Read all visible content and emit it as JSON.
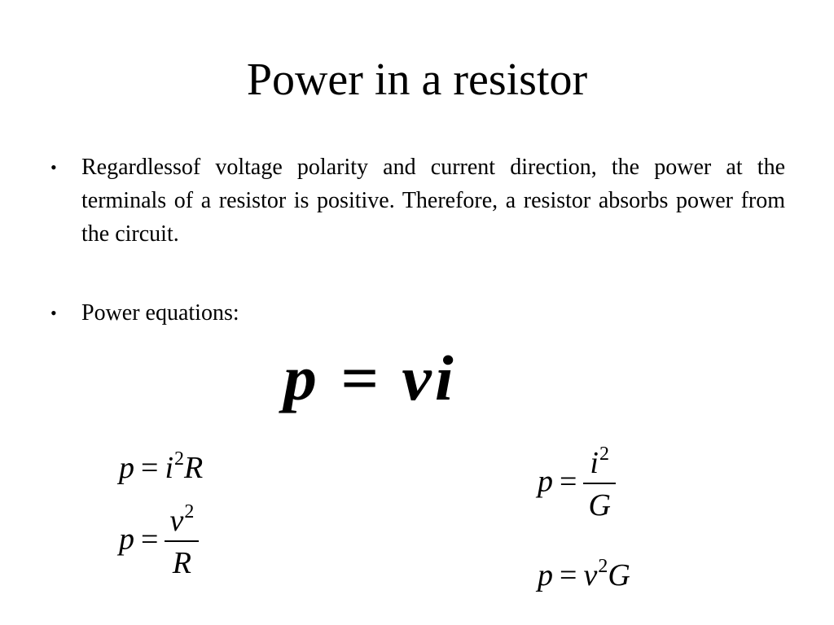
{
  "slide": {
    "title": "Power in a resistor"
  },
  "bullets": [
    {
      "marker": "•",
      "text": "Regardlessof voltage polarity and current direction, the power at the terminals of a resistor is positive. Therefore, a resistor absorbs power from the circuit."
    },
    {
      "marker": "•",
      "text": "Power equations:"
    }
  ],
  "equations": {
    "main": "p = vi",
    "eq1": {
      "lhs": "p",
      "op": "=",
      "base": "i",
      "exp": "2",
      "rest": "R"
    },
    "eq2": {
      "lhs": "p",
      "op": "=",
      "num_base": "v",
      "num_exp": "2",
      "den": "R"
    },
    "eq3": {
      "lhs": "p",
      "op": "=",
      "num_base": "i",
      "num_exp": "2",
      "den": "G"
    },
    "eq4": {
      "lhs": "p",
      "op": "=",
      "base": "v",
      "exp": "2",
      "rest": "G"
    }
  }
}
